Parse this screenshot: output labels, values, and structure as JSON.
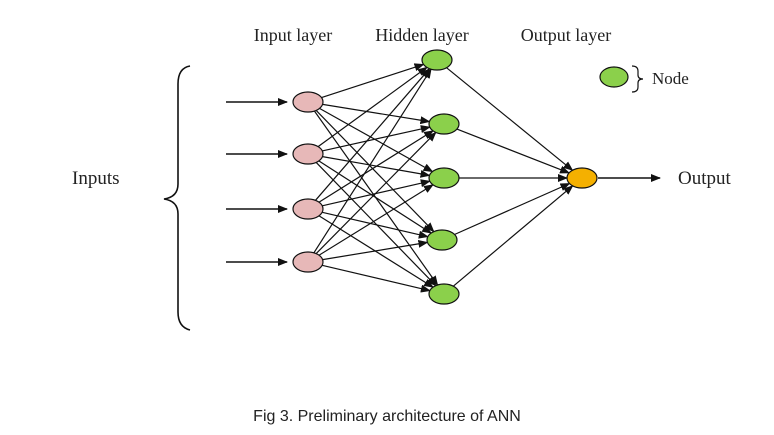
{
  "labels": {
    "input_layer": "Input layer",
    "hidden_layer": "Hidden layer",
    "output_layer": "Output layer",
    "inputs": "Inputs",
    "output": "Output",
    "legend_node": "Node"
  },
  "caption": "Fig 3. Preliminary architecture of ANN",
  "colors": {
    "input_node": "#e7b8b8",
    "hidden_node": "#8bd04b",
    "output_node": "#f5b000",
    "stroke": "#111111"
  },
  "network": {
    "input_count": 4,
    "hidden_count": 5,
    "output_count": 1
  }
}
